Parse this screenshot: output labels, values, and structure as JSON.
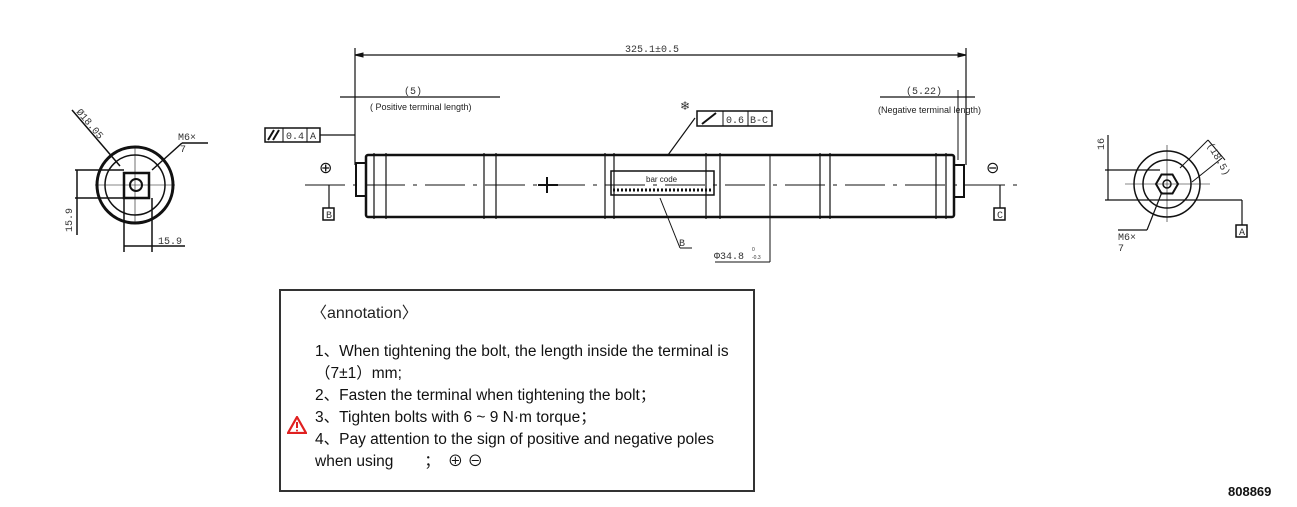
{
  "drawing": {
    "overall_length": "325.1±0.5",
    "positive_terminal_dim": "(5)",
    "positive_terminal_label": "( Positive terminal length)",
    "negative_terminal_dim": "(5.22)",
    "negative_terminal_label": "(Negative terminal length)",
    "parallelism_tol": "0.4",
    "parallelism_datum": "A",
    "runout_tol": "0.6",
    "runout_datum": "B-C",
    "runout_marker": "❄",
    "barcode_label": "bar code",
    "datum_b": "B",
    "datum_c": "C",
    "datum_a": "A",
    "diameter": "Φ34.8",
    "diameter_tol_upper": "0",
    "diameter_tol_lower": "-0.3",
    "left_view": {
      "diameter": "Ø18.05",
      "thread": "M6×",
      "thread_depth": "7",
      "width": "15.9",
      "height": "15.9"
    },
    "right_view": {
      "across_flats": "(18.5)",
      "height": "16",
      "thread": "M6×",
      "thread_depth": "7"
    },
    "positive_symbol": "⊕",
    "negative_symbol": "⊖"
  },
  "annotation": {
    "title": "〈annotation〉",
    "notes": [
      "1、When tightening the bolt, the length inside the terminal is（7±1）mm;",
      "2、Fasten the terminal when tightening the bolt；",
      "3、Tighten bolts with 6 ~ 9 N·m torque；",
      "4、Pay attention to the sign of positive and negative poles when using　　；　⊕ ⊖"
    ],
    "warning_icon": "warning-triangle-icon",
    "warning_color": "#e02020"
  },
  "code": "808869"
}
